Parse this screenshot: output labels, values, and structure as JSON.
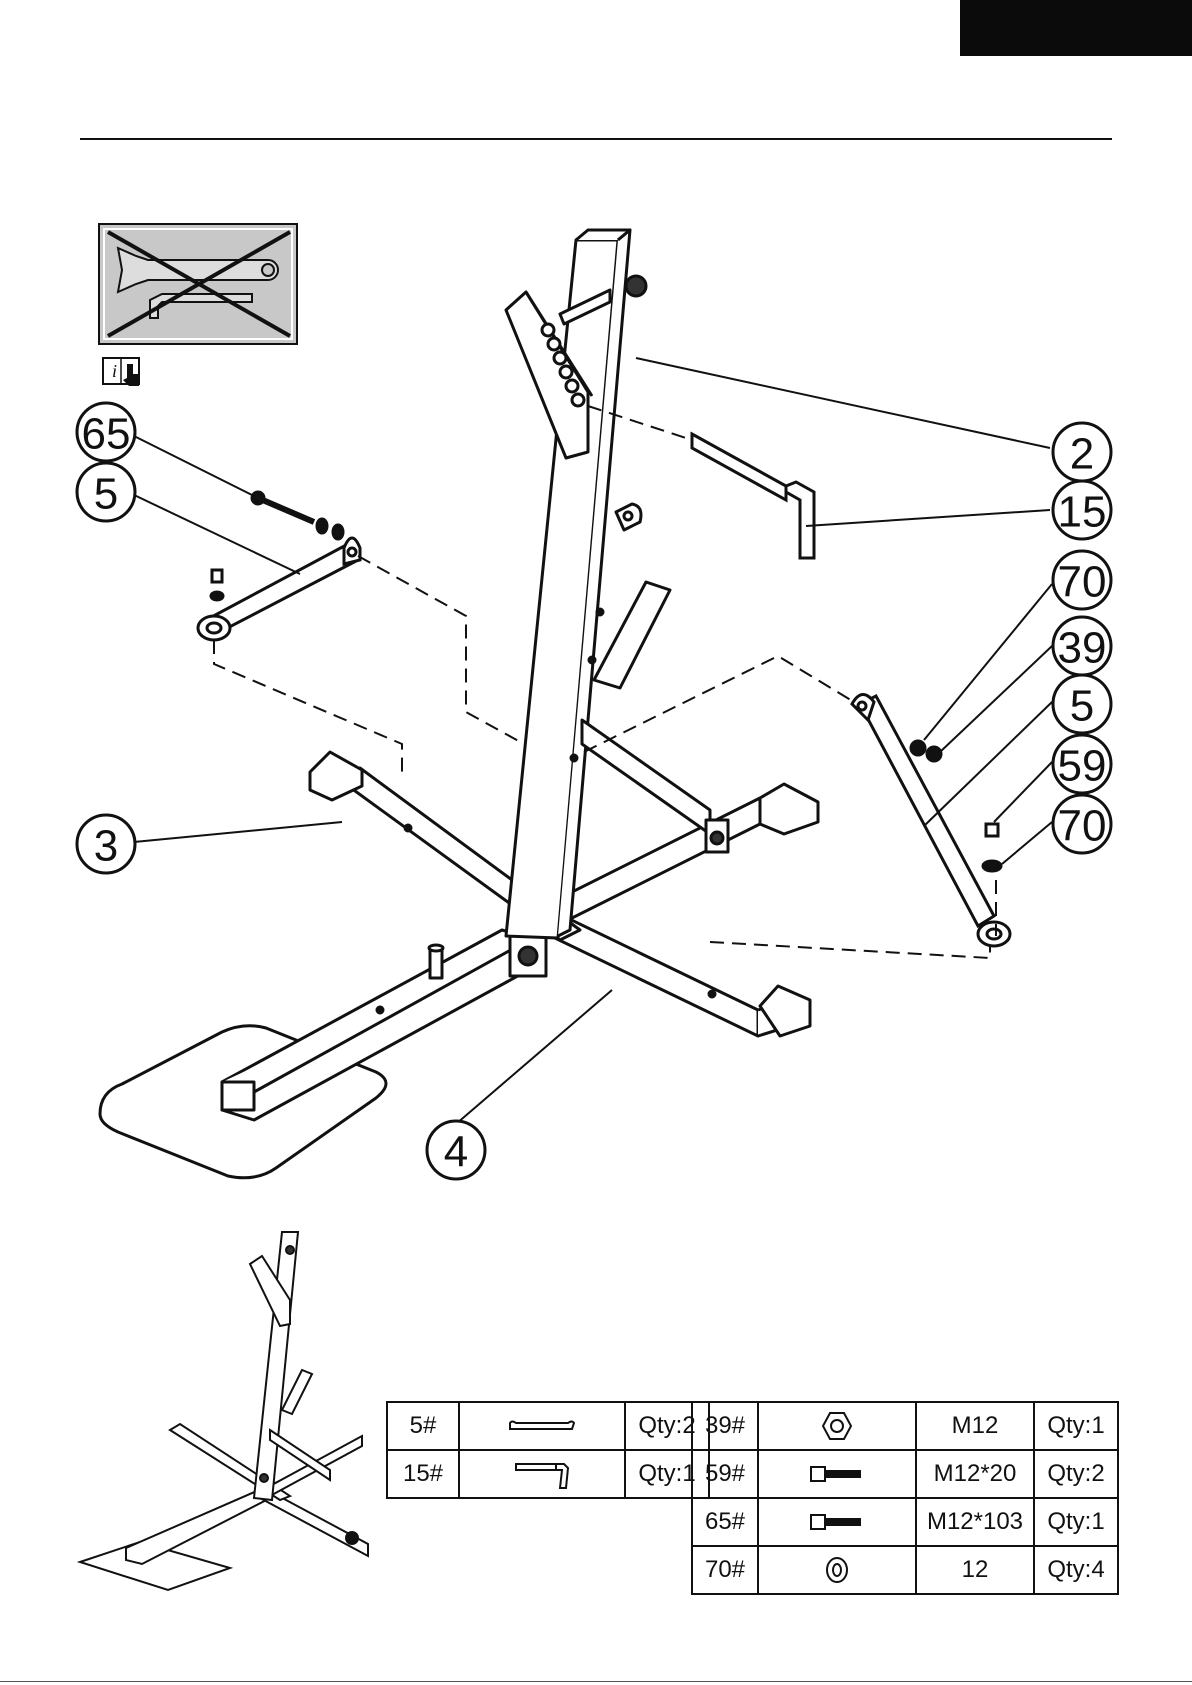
{
  "callouts": [
    {
      "id": "c65",
      "label": "65"
    },
    {
      "id": "c5a",
      "label": "5"
    },
    {
      "id": "c3",
      "label": "3"
    },
    {
      "id": "c4",
      "label": "4"
    },
    {
      "id": "c2",
      "label": "2"
    },
    {
      "id": "c15",
      "label": "15"
    },
    {
      "id": "c70a",
      "label": "70"
    },
    {
      "id": "c39",
      "label": "39"
    },
    {
      "id": "c5b",
      "label": "5"
    },
    {
      "id": "c59",
      "label": "59"
    },
    {
      "id": "c70b",
      "label": "70"
    }
  ],
  "icons": {
    "no_tools": "no-wrench-no-allen-key-icon",
    "manual": "read-manual-icon"
  },
  "parts_left": [
    {
      "id": "5#",
      "icon": "flat-bar-icon",
      "qty": "Qty:2"
    },
    {
      "id": "15#",
      "icon": "pull-pin-icon",
      "qty": "Qty:1"
    }
  ],
  "parts_right": [
    {
      "id": "39#",
      "icon": "nut-icon",
      "size": "M12",
      "qty": "Qty:1"
    },
    {
      "id": "59#",
      "icon": "bolt-icon",
      "size": "M12*20",
      "qty": "Qty:2"
    },
    {
      "id": "65#",
      "icon": "bolt-icon",
      "size": "M12*103",
      "qty": "Qty:1"
    },
    {
      "id": "70#",
      "icon": "washer-icon",
      "size": "12",
      "qty": "Qty:4"
    }
  ],
  "colors": {
    "ink": "#111111",
    "panel_grey": "#c8c8c8"
  }
}
